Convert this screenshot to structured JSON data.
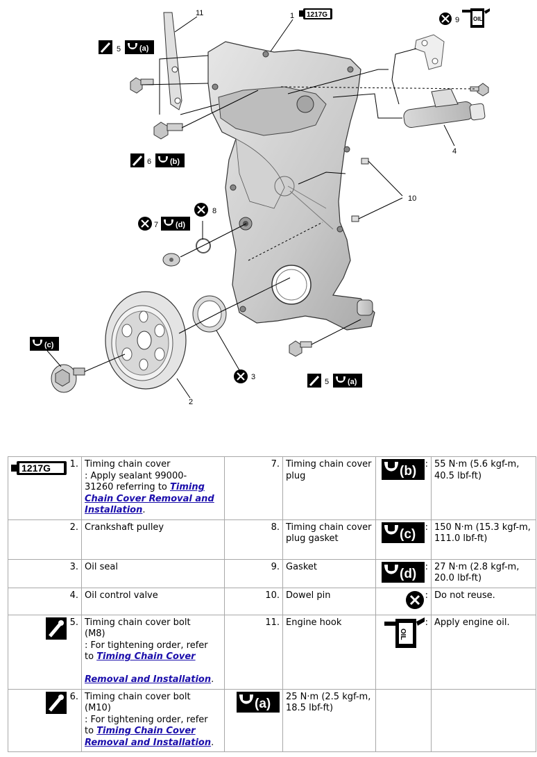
{
  "diagram": {
    "callouts": {
      "c1": "1",
      "c2": "2",
      "c3": "3",
      "c4": "4",
      "c5a": "5",
      "c5b": "5",
      "c6": "6",
      "c7": "7",
      "c8": "8",
      "c9": "9",
      "c10": "10",
      "c11": "11"
    },
    "sealant_code": "1217G",
    "torque_tags": {
      "a": "(a)",
      "b": "(b)",
      "c": "(c)",
      "d": "(d)"
    },
    "oil_label": "OIL"
  },
  "legend": {
    "rows": [
      {
        "left": {
          "num": "1.",
          "icon": "sealant-1217g-icon",
          "lines": [
            "Timing chain cover",
            ": Apply sealant 99000-",
            "31260 referring to "
          ],
          "link": "Timing Chain Cover Removal and Installation",
          "after": "."
        },
        "mid": {
          "num": "7.",
          "text": "Timing chain cover plug"
        },
        "right": {
          "icon": "torque-b-icon",
          "text": "55 N·m (5.6 kgf-m, 40.5 lbf-ft)"
        }
      },
      {
        "left": {
          "num": "2.",
          "text": "Crankshaft pulley"
        },
        "mid": {
          "num": "8.",
          "text": "Timing chain cover plug gasket"
        },
        "right": {
          "icon": "torque-c-icon",
          "text": "150 N·m (15.3 kgf-m, 111.0 lbf-ft)"
        }
      },
      {
        "left": {
          "num": "3.",
          "text": "Oil seal"
        },
        "mid": {
          "num": "9.",
          "text": "Gasket"
        },
        "right": {
          "icon": "torque-d-icon",
          "text": "27 N·m (2.8 kgf-m, 20.0 lbf-ft)"
        }
      },
      {
        "left": {
          "num": "4.",
          "text": "Oil control valve"
        },
        "mid": {
          "num": "10.",
          "text": "Dowel pin"
        },
        "right": {
          "icon": "do-not-reuse-icon",
          "text": "Do not reuse."
        }
      },
      {
        "left": {
          "num": "5.",
          "icon": "bolt-icon",
          "lines": [
            "Timing chain cover bolt",
            "(M8)",
            ": For tightening order, refer",
            "to "
          ],
          "link": "Timing Chain Cover",
          "link2": "Removal and Installation",
          "after": "."
        },
        "mid": {
          "num": "11.",
          "text": "Engine hook"
        },
        "right": {
          "icon": "oil-can-icon",
          "text": "Apply engine oil."
        }
      },
      {
        "left": {
          "num": "6.",
          "icon": "bolt-icon",
          "lines": [
            "Timing chain cover bolt",
            "(M10)",
            ": For tightening order, refer",
            "to "
          ],
          "link": "Timing Chain Cover",
          "link2": "Removal and Installation",
          "after": "."
        },
        "mid": {
          "icon": "torque-a-icon",
          "text": "25 N·m (2.5 kgf-m, 18.5 lbf-ft)"
        },
        "right": {
          "text": ""
        }
      }
    ],
    "torque_letters": {
      "a": "(a)",
      "b": "(b)",
      "c": "(c)",
      "d": "(d)"
    },
    "sealant_code": "1217G",
    "colon": ":",
    "oil_label": "OIL"
  }
}
